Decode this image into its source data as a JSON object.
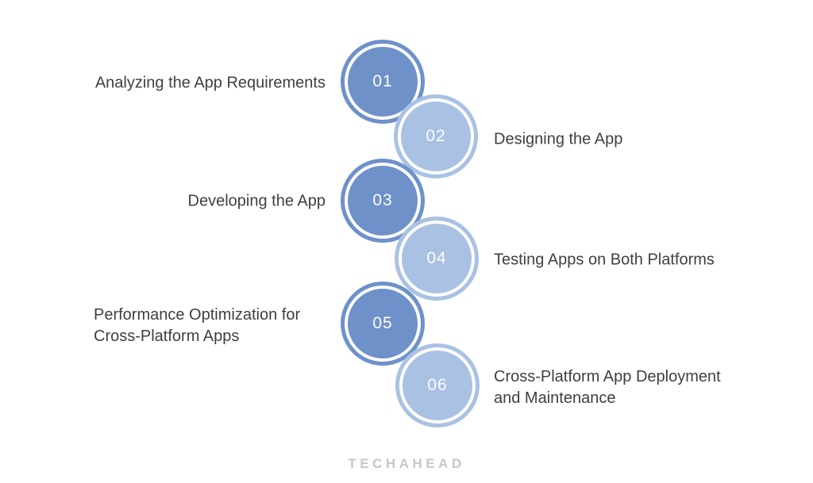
{
  "diagram": {
    "type": "process-steps-infographic",
    "steps": [
      {
        "number": "01",
        "label": "Analyzing the App Requirements",
        "side": "left",
        "tone": "dark"
      },
      {
        "number": "02",
        "label": "Designing the App",
        "side": "right",
        "tone": "light"
      },
      {
        "number": "03",
        "label": "Developing the App",
        "side": "left",
        "tone": "dark"
      },
      {
        "number": "04",
        "label": "Testing Apps on Both Platforms",
        "side": "right",
        "tone": "light"
      },
      {
        "number": "05",
        "label": "Performance Optimization for Cross-Platform Apps",
        "side": "left",
        "tone": "dark"
      },
      {
        "number": "06",
        "label": "Cross-Platform App Deployment and Maintenance",
        "side": "right",
        "tone": "light"
      }
    ],
    "colors": {
      "dark_circle": "#6e91ca",
      "light_circle": "#a9c1e3",
      "number_text": "#fbfcfe",
      "label_text": "#3f3f3f",
      "logo_gray": "#c7c7c7",
      "background": "#ffffff"
    }
  },
  "footer": {
    "logo_text": "TECHAHEAD"
  }
}
